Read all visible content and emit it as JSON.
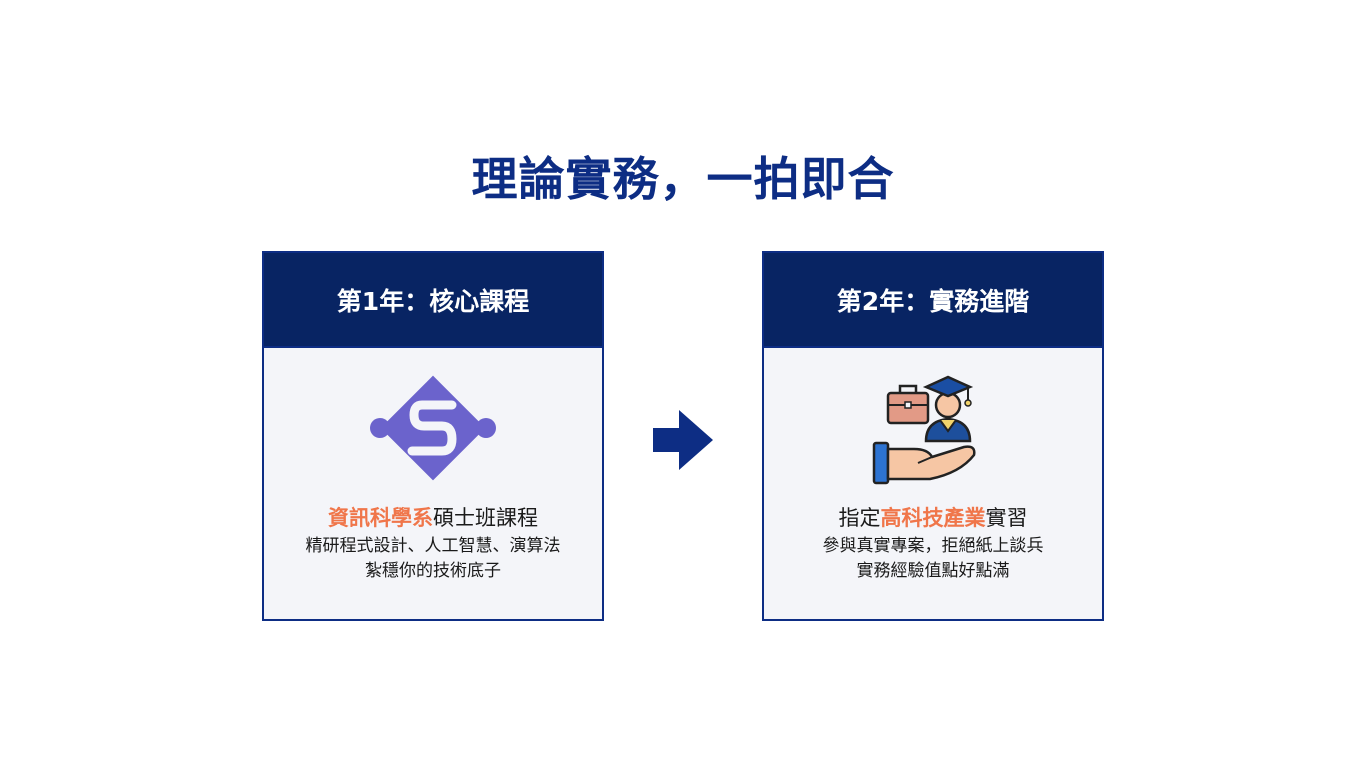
{
  "title": "理論實務，一拍即合",
  "colors": {
    "primary": "#0d2d84",
    "header_bg": "#082463",
    "highlight": "#f0764a",
    "card_bg": "#f4f5f9"
  },
  "cards": [
    {
      "header": "第1年：核心課程",
      "icon": "dept-logo-icon",
      "headline": {
        "pre": "",
        "highlight": "資訊科學系",
        "post": "碩士班課程"
      },
      "lines": [
        "精研程式設計、人工智慧、演算法",
        "紮穩你的技術底子"
      ]
    },
    {
      "header": "第2年：實務進階",
      "icon": "graduate-career-icon",
      "headline": {
        "pre": "指定",
        "highlight": "高科技產業",
        "post": "實習"
      },
      "lines": [
        "參與真實專案，拒絕紙上談兵",
        "實務經驗值點好點滿"
      ]
    }
  ],
  "arrow_icon": "arrow-right-icon"
}
